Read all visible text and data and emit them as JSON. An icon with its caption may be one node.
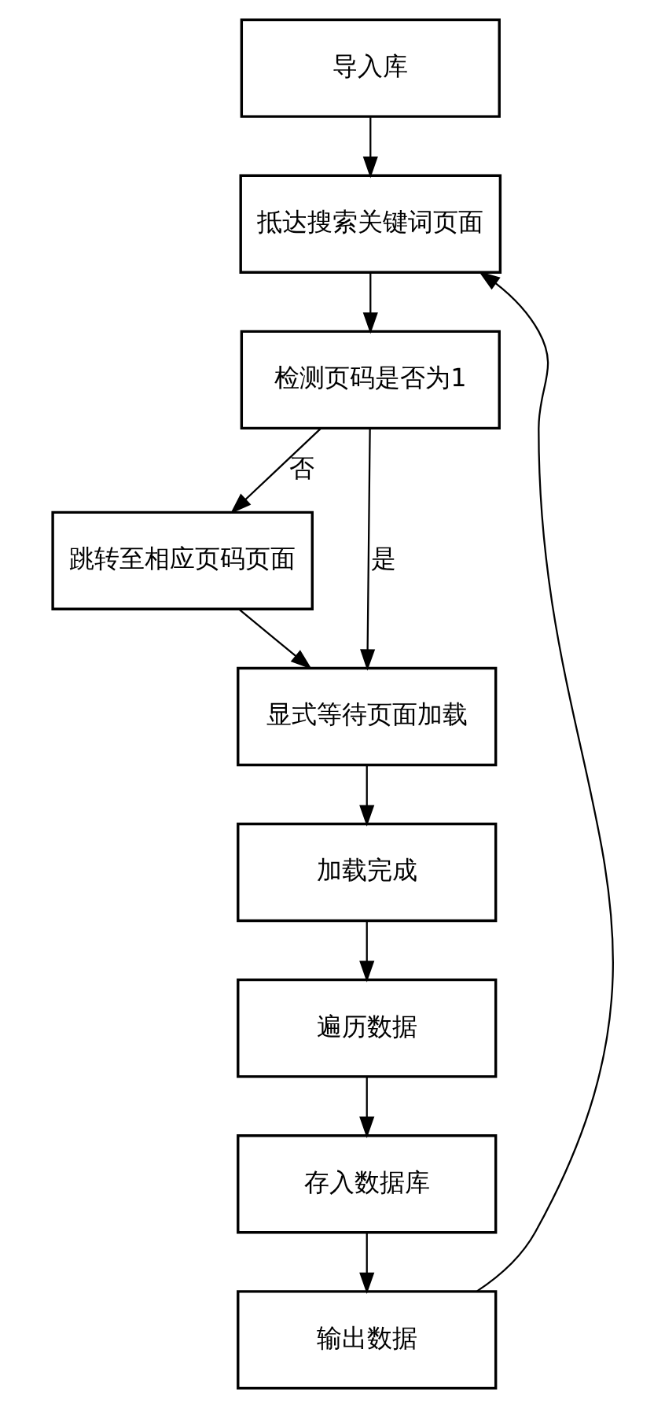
{
  "diagram": {
    "nodes": [
      {
        "text": [
          "导入库"
        ]
      },
      {
        "text": [
          "抵达搜索关键词页面"
        ]
      },
      {
        "text": [
          "检测页码是否为1"
        ]
      },
      {
        "text": [
          "跳转至相应页码页面"
        ]
      },
      {
        "text": [
          "显式等待页面加载"
        ]
      },
      {
        "text": [
          "加载完成"
        ]
      },
      {
        "text": [
          "遍历数据"
        ]
      },
      {
        "text": [
          "存入数据库"
        ]
      },
      {
        "text": [
          "输出数据"
        ]
      }
    ],
    "edges": [
      {
        "from": 0,
        "to": 1,
        "arrow": "to"
      },
      {
        "from": 1,
        "to": 2,
        "arrow": "to"
      },
      {
        "from": 2,
        "to": 3,
        "arrow": "to",
        "label": "否"
      },
      {
        "from": 2,
        "to": 4,
        "arrow": "to",
        "label": "是"
      },
      {
        "from": 3,
        "to": 4,
        "arrow": "to"
      },
      {
        "from": 4,
        "to": 5,
        "arrow": "to"
      },
      {
        "from": 5,
        "to": 6,
        "arrow": "to"
      },
      {
        "from": 6,
        "to": 7,
        "arrow": "to"
      },
      {
        "from": 7,
        "to": 8,
        "arrow": "to"
      },
      {
        "from": 8,
        "to": 1,
        "arrow": "to"
      }
    ]
  }
}
